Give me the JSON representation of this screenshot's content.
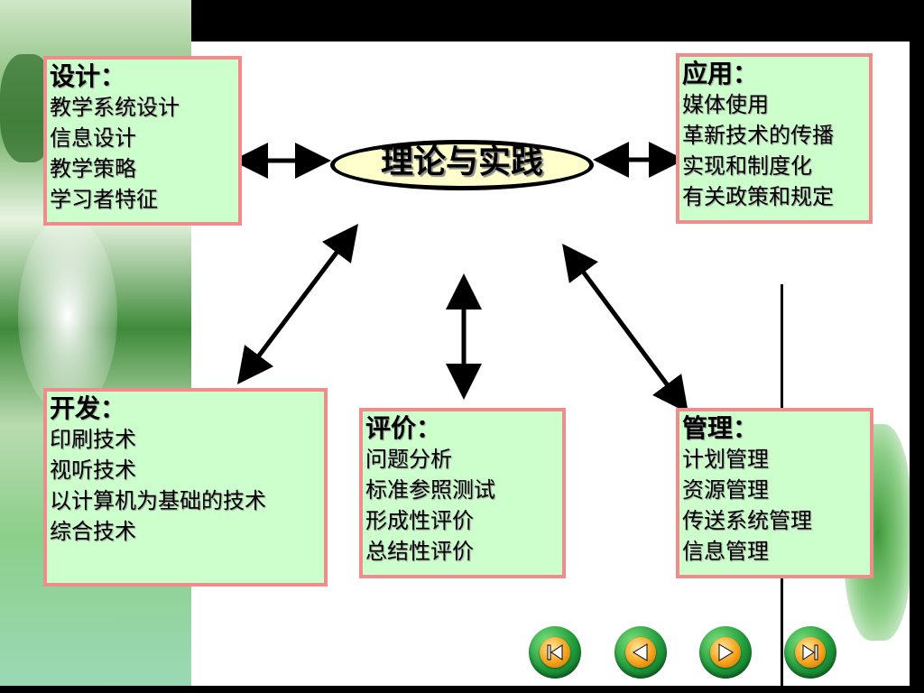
{
  "center": {
    "title": "理论与实践"
  },
  "design": {
    "heading": "设计：",
    "items": [
      "教学系统设计",
      "信息设计",
      "教学策略",
      "学习者特征"
    ]
  },
  "application": {
    "heading": "应用：",
    "items": [
      "媒体使用",
      "革新技术的传播",
      "实现和制度化",
      "有关政策和规定"
    ]
  },
  "development": {
    "heading": "开发：",
    "items": [
      "印刷技术",
      "视听技术",
      "以计算机为基础的技术",
      "综合技术"
    ]
  },
  "evaluation": {
    "heading": "评价：",
    "items": [
      "问题分析",
      "标准参照测试",
      "形成性评价",
      "总结性评价"
    ]
  },
  "management": {
    "heading": "管理：",
    "items": [
      "计划管理",
      "资源管理",
      "传送系统管理",
      "信息管理"
    ]
  },
  "nav": {
    "buttons": [
      "first-slide",
      "previous-slide",
      "next-slide",
      "last-slide"
    ]
  },
  "colors": {
    "box_fill": "#ccffcc",
    "box_border": "#f08c8c",
    "ellipse_fill": "#ffffcc",
    "nav_outer": "#1f9a3a",
    "nav_inner": "#f5a21a"
  }
}
